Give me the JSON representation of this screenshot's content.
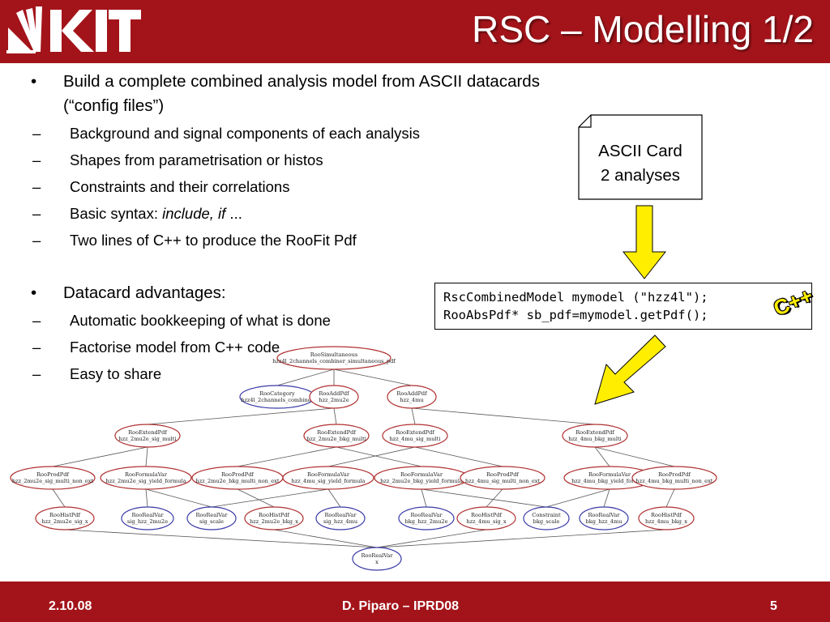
{
  "header": {
    "logo_text": "KIT",
    "title": "RSC – Modelling 1/2"
  },
  "bullets": [
    {
      "text": "Build a complete combined analysis model from ASCII datacards (“config files”)",
      "sub": [
        {
          "text": "Background and signal components of each analysis"
        },
        {
          "text": "Shapes from parametrisation or histos"
        },
        {
          "text": "Constraints and their correlations"
        },
        {
          "text": "Basic syntax: ",
          "italic": "include, if",
          "suffix": " ..."
        },
        {
          "text": "Two lines of C++ to produce the RooFit Pdf"
        }
      ]
    },
    {
      "text": "Datacard advantages:",
      "sub": [
        {
          "text": "Automatic bookkeeping of what is done"
        },
        {
          "text": "Factorise model from C++ code"
        },
        {
          "text": "Easy to share"
        }
      ]
    }
  ],
  "bullet_symbol": "•",
  "dash_symbol": "–",
  "card": {
    "line1": "ASCII Card",
    "line2": "2 analyses"
  },
  "code": {
    "line1": "RscCombinedModel mymodel (\"hzz4l\");",
    "line2": "RooAbsPdf* sb_pdf=mymodel.getPdf();",
    "badge": "C++"
  },
  "arrow_color": "#ffee00",
  "graph": {
    "nodes": [
      {
        "id": "root",
        "l1": "RooSimultaneous",
        "l2": "hzz4l_2channels_combiner_simultaneous_pdf",
        "color": "#b03030"
      },
      {
        "id": "cat",
        "l1": "RooCategory",
        "l2": "hzz4l_2channels_combiner",
        "color": "#3a3aa8"
      },
      {
        "id": "add2e",
        "l1": "RooAddPdf",
        "l2": "hzz_2mu2e",
        "color": "#b03030"
      },
      {
        "id": "add4mu",
        "l1": "RooAddPdf",
        "l2": "hzz_4mu",
        "color": "#b03030"
      },
      {
        "id": "ext1",
        "l1": "RooExtendPdf",
        "l2": "hzz_2mu2e_sig_multi",
        "color": "#b03030"
      },
      {
        "id": "ext2",
        "l1": "RooExtendPdf",
        "l2": "hzz_2mu2e_bkg_multi",
        "color": "#b03030"
      },
      {
        "id": "ext3",
        "l1": "RooExtendPdf",
        "l2": "hzz_4mu_sig_multi",
        "color": "#b03030"
      },
      {
        "id": "ext4",
        "l1": "RooExtendPdf",
        "l2": "hzz_4mu_bkg_multi",
        "color": "#b03030"
      },
      {
        "id": "p1",
        "l1": "RooProdPdf",
        "l2": "hzz_2mu2e_sig_multi_non_ext",
        "color": "#b03030"
      },
      {
        "id": "f1",
        "l1": "RooFormulaVar",
        "l2": "hzz_2mu2e_sig_yield_formula",
        "color": "#b03030"
      },
      {
        "id": "p2",
        "l1": "RooProdPdf",
        "l2": "hzz_2mu2e_bkg_multi_non_ext",
        "color": "#b03030"
      },
      {
        "id": "f2",
        "l1": "RooFormulaVar",
        "l2": "hzz_4mu_sig_yield_formula",
        "color": "#b03030"
      },
      {
        "id": "f3",
        "l1": "RooFormulaVar",
        "l2": "hzz_2mu2e_bkg_yield_formula",
        "color": "#b03030"
      },
      {
        "id": "p3",
        "l1": "RooProdPdf",
        "l2": "hzz_4mu_sig_multi_non_ext",
        "color": "#b03030"
      },
      {
        "id": "f4",
        "l1": "RooFormulaVar",
        "l2": "hzz_4mu_bkg_yield_formula",
        "color": "#b03030"
      },
      {
        "id": "p4",
        "l1": "RooProdPdf",
        "l2": "hzz_4mu_bkg_multi_non_ext",
        "color": "#b03030"
      },
      {
        "id": "h1",
        "l1": "RooHistPdf",
        "l2": "hzz_2mu2e_sig_x",
        "color": "#b03030"
      },
      {
        "id": "v1",
        "l1": "RooRealVar",
        "l2": "sig_hzz_2mu2e",
        "color": "#3a3aa8"
      },
      {
        "id": "v2",
        "l1": "RooRealVar",
        "l2": "sig_scale",
        "color": "#3a3aa8"
      },
      {
        "id": "h2",
        "l1": "RooHistPdf",
        "l2": "hzz_2mu2e_bkg_x",
        "color": "#b03030"
      },
      {
        "id": "v3",
        "l1": "RooRealVar",
        "l2": "sig_hzz_4mu",
        "color": "#3a3aa8"
      },
      {
        "id": "v4",
        "l1": "RooRealVar",
        "l2": "bkg_hzz_2mu2e",
        "color": "#3a3aa8"
      },
      {
        "id": "h3",
        "l1": "RooHistPdf",
        "l2": "hzz_4mu_sig_x",
        "color": "#b03030"
      },
      {
        "id": "c1",
        "l1": "Constraint",
        "l2": "bkg_scale",
        "color": "#3a3aa8"
      },
      {
        "id": "v5",
        "l1": "RooRealVar",
        "l2": "bkg_hzz_4mu",
        "color": "#3a3aa8"
      },
      {
        "id": "h4",
        "l1": "RooHistPdf",
        "l2": "hzz_4mu_bkg_x",
        "color": "#b03030"
      },
      {
        "id": "x",
        "l1": "RooRealVar",
        "l2": "x",
        "color": "#3a3aa8"
      }
    ],
    "edges": [
      [
        "root",
        "cat"
      ],
      [
        "root",
        "add2e"
      ],
      [
        "root",
        "add4mu"
      ],
      [
        "add2e",
        "ext1"
      ],
      [
        "add2e",
        "ext2"
      ],
      [
        "add4mu",
        "ext3"
      ],
      [
        "add4mu",
        "ext4"
      ],
      [
        "ext1",
        "p1"
      ],
      [
        "ext1",
        "f1"
      ],
      [
        "ext2",
        "p2"
      ],
      [
        "ext2",
        "f3"
      ],
      [
        "ext3",
        "p3"
      ],
      [
        "ext3",
        "f2"
      ],
      [
        "ext4",
        "p4"
      ],
      [
        "ext4",
        "f4"
      ],
      [
        "p1",
        "h1"
      ],
      [
        "f1",
        "v1"
      ],
      [
        "f1",
        "v2"
      ],
      [
        "p2",
        "h2"
      ],
      [
        "f3",
        "v4"
      ],
      [
        "f3",
        "c1"
      ],
      [
        "f2",
        "v3"
      ],
      [
        "f2",
        "v2"
      ],
      [
        "p3",
        "h3"
      ],
      [
        "f4",
        "v5"
      ],
      [
        "f4",
        "c1"
      ],
      [
        "p4",
        "h4"
      ],
      [
        "h1",
        "x"
      ],
      [
        "h2",
        "x"
      ],
      [
        "h3",
        "x"
      ],
      [
        "h4",
        "x"
      ]
    ]
  },
  "footer": {
    "date": "2.10.08",
    "author": "D. Piparo – IPRD08",
    "page": "5"
  }
}
